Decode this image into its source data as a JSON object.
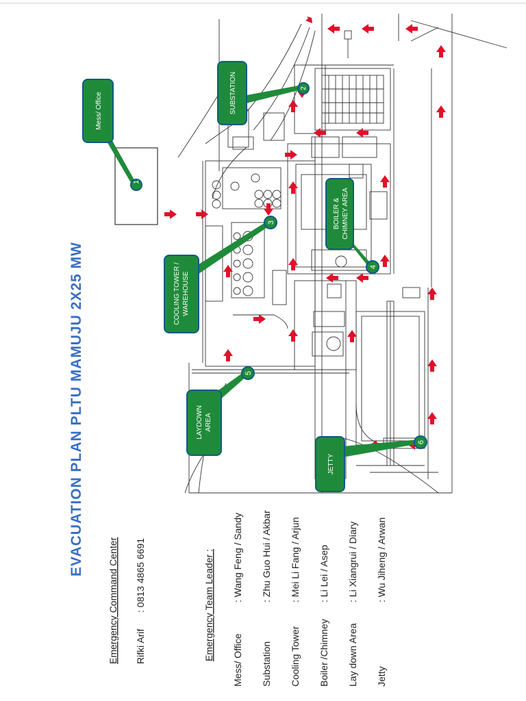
{
  "title": "EVACUATION PLAN PLTU MAMUJU 2X25 MW",
  "command_center": {
    "heading": "Emergency Command Center",
    "name": "Rifki Arif",
    "phone": ": 0813 4865 6691"
  },
  "team": {
    "heading": "Emergency Team Leader :",
    "rows": [
      {
        "area": "Mess/ Office",
        "leaders": ": Wang Feng / Sandy"
      },
      {
        "area": "Substation",
        "leaders": ": Zhu Guo Hui / Akbar"
      },
      {
        "area": "Cooling Tower",
        "leaders": ": Mei Li Fang / Arjun"
      },
      {
        "area": "Boiler /Chimney",
        "leaders": ": Li Lei / Asep"
      },
      {
        "area": "Lay down Area",
        "leaders": ": Li Xiangrui / Diary"
      },
      {
        "area": "Jetty",
        "leaders": ": Wu Jiheng / Arwan"
      }
    ]
  },
  "callouts": {
    "mess": {
      "number": "1",
      "label": "Mess/ Office"
    },
    "substation": {
      "number": "2",
      "label": "SUBSTATION"
    },
    "cooling": {
      "number": "3",
      "label1": "COOLING TOWER /",
      "label2": "WAREHOUSE"
    },
    "boiler": {
      "number": "4",
      "label1": "BOILER &",
      "label2": "CHIMNEY AREA"
    },
    "laydown": {
      "number": "5",
      "label1": "LAYDOWN",
      "label2": "AREA"
    },
    "jetty": {
      "number": "6",
      "label": "JETTY"
    }
  },
  "colors": {
    "title": "#3a6fc4",
    "callout": "#1f8b3a",
    "callout_border": "#0e5a86",
    "arrow": "#e0102a",
    "line": "#333333"
  }
}
